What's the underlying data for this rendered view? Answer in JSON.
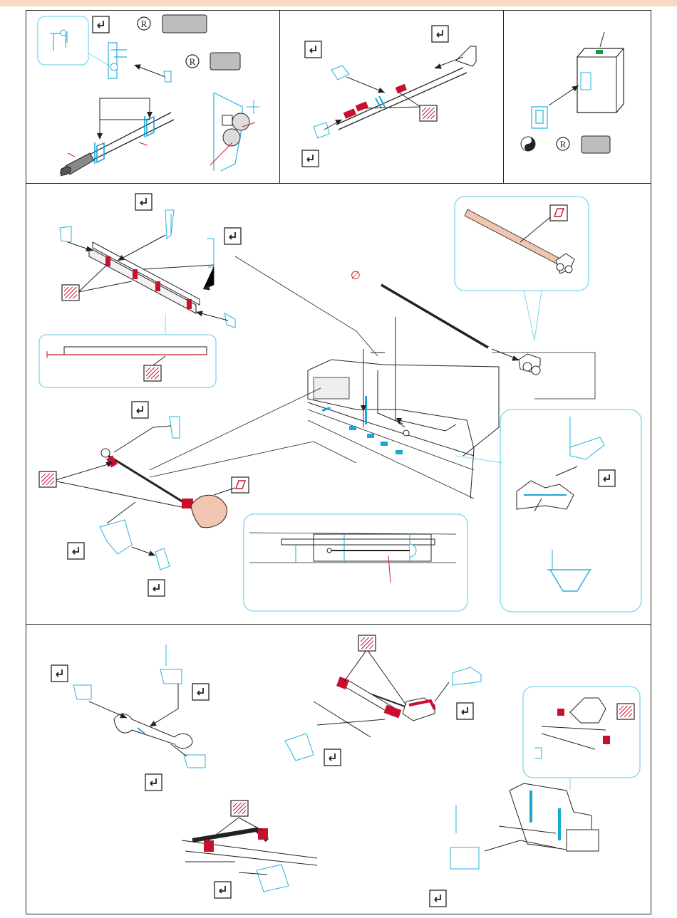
{
  "sheet": {
    "panels": [
      {
        "id": "panel-1",
        "steps": 2,
        "badges": [
          "reg",
          "reg"
        ]
      },
      {
        "id": "panel-2",
        "steps": 3,
        "badges": []
      },
      {
        "id": "panel-3",
        "steps": 0,
        "badges": [
          "yin-yang",
          "reg"
        ]
      },
      {
        "id": "panel-4",
        "steps": 5,
        "badges": []
      },
      {
        "id": "panel-5",
        "steps": 8,
        "badges": []
      }
    ],
    "diameter_symbol": "∅",
    "registered_mark": "R"
  },
  "colors": {
    "line": "#222222",
    "etch_blue": "#19a7d6",
    "detail_blue": "#2ab0e0",
    "red_part": "#c8102e",
    "callout_border": "#7fd4ef",
    "swatch_fill": "#bdbdbd",
    "top_stripe": "#f8d9c4",
    "tan_part": "#f1c6b0"
  },
  "icons": [
    "step-check-icon",
    "registered-badge-icon",
    "yin-yang-icon",
    "etched-fret-icon",
    "paint-swatch-icon",
    "diameter-icon"
  ]
}
